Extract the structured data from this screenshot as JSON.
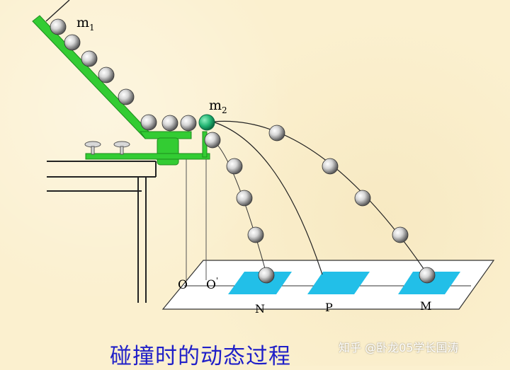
{
  "labels": {
    "m1": "m",
    "m1_sub": "1",
    "m2": "m",
    "m2_sub": "2",
    "O": "O",
    "O_prime": "O",
    "O_prime_mark": "'",
    "N": "N",
    "P": "P",
    "M": "M"
  },
  "caption": {
    "title": "碰撞时的动态过程",
    "watermark": "知乎 @卧龙05学长国涛"
  },
  "colors": {
    "background": "#fbf0cf",
    "apparatus_green": "#33cc33",
    "target_ball": "#22b573",
    "landing_pad": "#22bfe8",
    "caption_text": "#1f1fc8",
    "ball": "#c8c8c8"
  }
}
